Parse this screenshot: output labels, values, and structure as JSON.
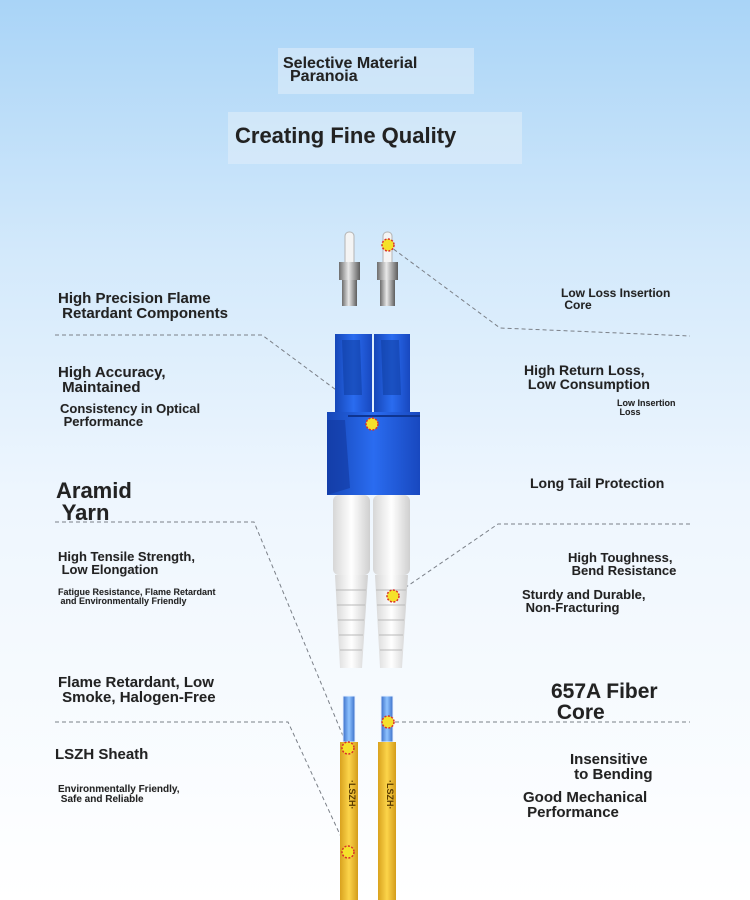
{
  "header": {
    "line1": "Selective Material",
    "line2": "Paranoia",
    "headline": "Creating Fine Quality"
  },
  "left": {
    "precision": "High Precision Flame\n Retardant Components",
    "accuracy": "High Accuracy,\n Maintained",
    "consistency": "Consistency in Optical\n Performance",
    "aramid": "Aramid\n Yarn",
    "tensile": "High Tensile Strength,\n Low Elongation",
    "fatigue": "Fatigue Resistance, Flame Retardant\n and Environmentally Friendly",
    "flame": "Flame Retardant, Low\n Smoke, Halogen-Free",
    "lszh": "LSZH Sheath",
    "enviro": "Environmentally Friendly,\n Safe and Reliable"
  },
  "right": {
    "low_loss_core": "Low Loss Insertion\n Core",
    "return_loss": "High Return Loss,\n Low Consumption",
    "low_insertion": "Low Insertion\n Loss",
    "long_tail": "Long Tail Protection",
    "toughness": "High Toughness,\n Bend Resistance",
    "sturdy": "Sturdy and Durable,\n Non-Fracturing",
    "fiber_core": "657A Fiber\n Core",
    "insensitive": "Insensitive\n to Bending",
    "mechanical": "Good Mechanical\n Performance"
  },
  "cable_print": "·LSZH·",
  "colors": {
    "connector_blue": "#1c57d6",
    "cable_yellow": "#f5c53a",
    "marker_yellow": "#f5e12a",
    "marker_red": "#d9312a",
    "boot_white": "#f0f0f0"
  }
}
